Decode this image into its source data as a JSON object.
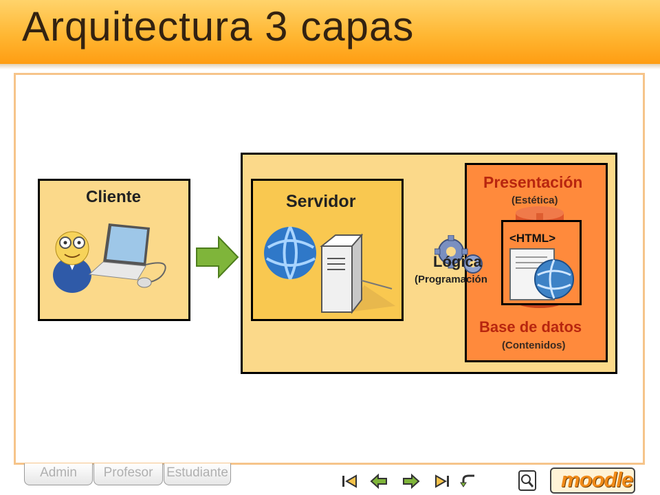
{
  "slide": {
    "title": "Arquitectura 3 capas"
  },
  "diagram": {
    "cliente": "Cliente",
    "servidor": "Servidor",
    "presentacion": "Presentación",
    "presentacion_sub": "(Estética)",
    "html_tag": "<HTML>",
    "logica": "Lógica",
    "logica_sub": "(Programación",
    "base_datos": "Base de datos",
    "base_datos_sub": "(Contenidos)"
  },
  "footer": {
    "tabs": [
      "Admin",
      "Profesor",
      "Estudiante"
    ],
    "logo_text": "moodle"
  },
  "colors": {
    "header": "#ffb733",
    "cliente_bg": "#fbd98a",
    "servidor_bg": "#f9c850",
    "presentacion_bg": "#ff8a3c",
    "label_red": "#b8260f"
  }
}
